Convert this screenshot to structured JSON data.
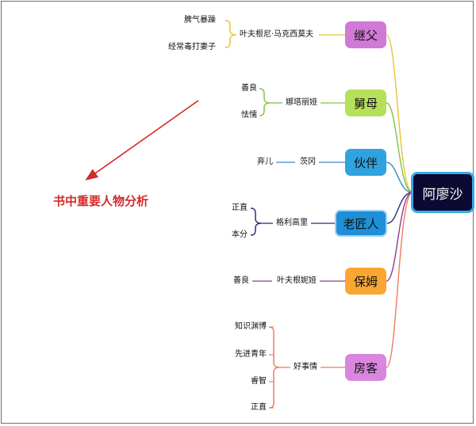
{
  "root": {
    "label": "阿廖沙"
  },
  "title": "书中重要人物分析",
  "branches": [
    {
      "id": "stepfather",
      "label": "继父",
      "color": "#d079d6",
      "line": "#e8c23a",
      "person": "叶夫根尼·马克西莫夫",
      "traits": [
        "脾气暴躁",
        "经常毒打妻子"
      ]
    },
    {
      "id": "aunt",
      "label": "舅母",
      "color": "#b6e05a",
      "line": "#82c341",
      "person": "娜塔丽娅",
      "traits": [
        "善良",
        "怯懦"
      ]
    },
    {
      "id": "partner",
      "label": "伙伴",
      "color": "#2fa2df",
      "line": "#3c86c9",
      "person": "茨冈",
      "traits": [
        "弃儿"
      ]
    },
    {
      "id": "craftsman",
      "label": "老匠人",
      "color": "#1f8fd8",
      "line": "#2b2f7a",
      "person": "格利高里",
      "traits": [
        "正直",
        "本分"
      ]
    },
    {
      "id": "nanny",
      "label": "保姆",
      "color": "#fba532",
      "line": "#8e3b8e",
      "person": "叶夫根妮娅",
      "traits": [
        "善良"
      ]
    },
    {
      "id": "lodger",
      "label": "房客",
      "color": "#d986df",
      "line": "#f07b5e",
      "person": "好事情",
      "traits": [
        "知识渊博",
        "先进青年",
        "睿智",
        "正直"
      ]
    }
  ]
}
